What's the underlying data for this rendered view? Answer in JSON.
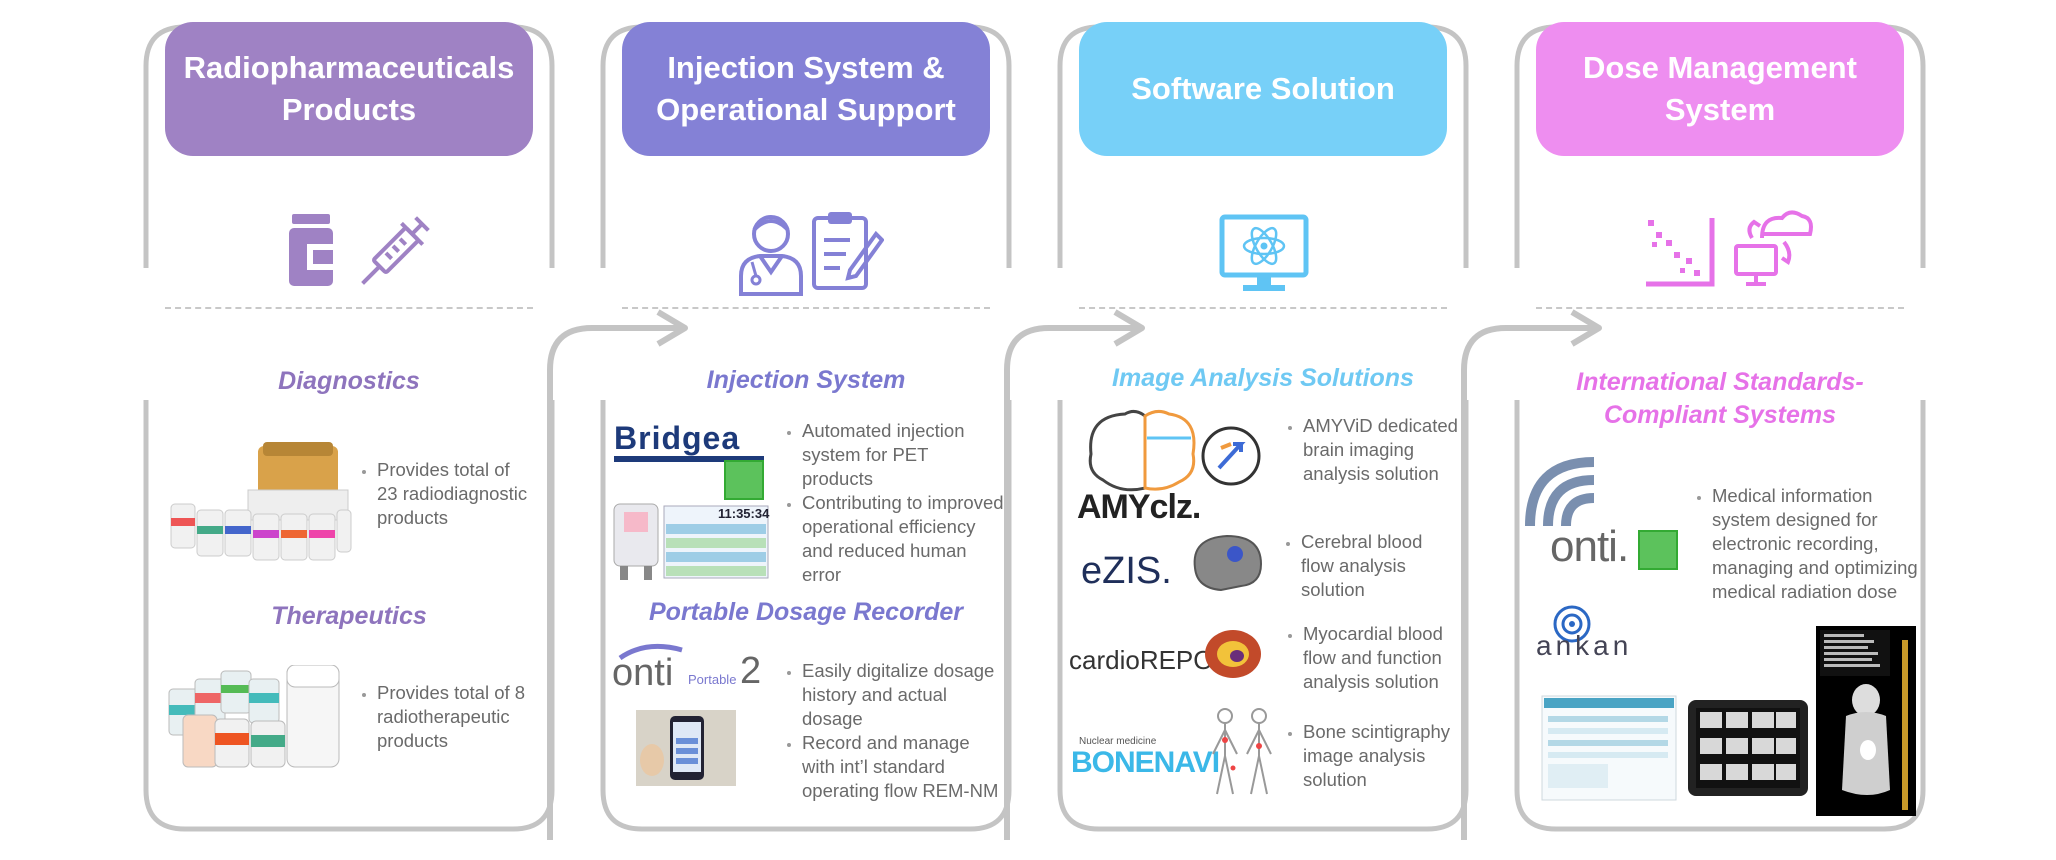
{
  "colors": {
    "frame": "#c4c4c4",
    "col1": "#9f82c4",
    "col1_text": "#8e74bd",
    "col2": "#8481d6",
    "col2_text": "#7a78cf",
    "col3": "#77d0f8",
    "col3_text": "#6fc9f3",
    "col4": "#ee8ef0",
    "col4_text": "#e672e8"
  },
  "columns": [
    {
      "header": "Radiopharmaceuticals Products",
      "icons": [
        "medicine-bottle-icon",
        "syringe-icon"
      ],
      "sections": [
        {
          "title": "Diagnostics",
          "bullets": [
            "Provides total of 23 radiodiagnostic products"
          ]
        },
        {
          "title": "Therapeutics",
          "bullets": [
            "Provides total of 8 radiotherapeutic products"
          ]
        }
      ]
    },
    {
      "header": "Injection System & Operational Support",
      "icons": [
        "doctor-icon",
        "clipboard-icon"
      ],
      "sections": [
        {
          "title": "Injection System",
          "logo": "Bridgea",
          "screen_time": "11:35:34",
          "bullets": [
            "Automated injection system for PET products",
            "Contributing to improved operational efficiency and reduced human error"
          ]
        },
        {
          "title": "Portable Dosage Recorder",
          "logo_main": "onti",
          "logo_small": "Portable",
          "logo_num": "2",
          "bullets": [
            "Easily digitalize dosage history and actual dosage",
            "Record and manage with int’l standard operating flow REM-NM"
          ]
        }
      ]
    },
    {
      "header": "Software Solution",
      "icons": [
        "monitor-atom-icon"
      ],
      "sections": [
        {
          "title": "Image Analysis Solutions",
          "items": [
            {
              "logo": "AMYclz.",
              "bullets": [
                "AMYViD dedicated brain imaging analysis solution"
              ]
            },
            {
              "logo": "eZIS.",
              "bullets": [
                "Cerebral blood flow analysis solution"
              ]
            },
            {
              "logo": "cardioREPO.",
              "bullets": [
                "Myocardial blood flow and function analysis solution"
              ]
            },
            {
              "logo": "BONENAVI",
              "logo_small": "Nuclear medicine",
              "bullets": [
                "Bone scintigraphy image analysis solution"
              ]
            }
          ]
        }
      ]
    },
    {
      "header": "Dose Management System",
      "icons": [
        "dose-chart-icon",
        "cloud-computer-icon"
      ],
      "sections": [
        {
          "title": "International Standards-Compliant Systems",
          "logo_onti": "onti.",
          "logo_ankan": "ankan",
          "bullets": [
            "Medical information system designed for electronic recording, managing and optimizing medical radiation dose"
          ]
        }
      ]
    }
  ]
}
